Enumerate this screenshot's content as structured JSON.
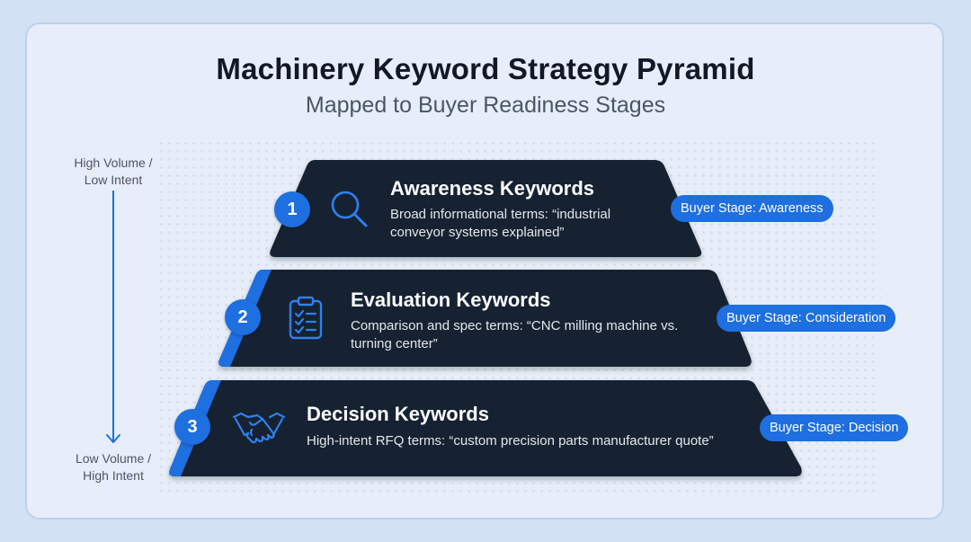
{
  "header": {
    "title": "Machinery Keyword Strategy Pyramid",
    "subtitle": "Mapped to Buyer Readiness Stages"
  },
  "axis": {
    "top_line1": "High Volume /",
    "top_line2": "Low Intent",
    "bottom_line1": "Low Volume /",
    "bottom_line2": "High Intent"
  },
  "tiers": [
    {
      "number": "1",
      "icon": "magnifier-icon",
      "title": "Awareness Keywords",
      "desc_line1": "Broad informational terms: “industrial",
      "desc_line2": "conveyor systems explained”",
      "stage": "Buyer Stage: Awareness"
    },
    {
      "number": "2",
      "icon": "clipboard-checklist-icon",
      "title": "Evaluation Keywords",
      "desc_line1": "Comparison and spec terms: “CNC milling machine vs.",
      "desc_line2": "turning center”",
      "stage": "Buyer Stage: Consideration"
    },
    {
      "number": "3",
      "icon": "handshake-icon",
      "title": "Decision Keywords",
      "desc_line1": "High-intent RFQ terms: “custom precision parts manufacturer quote”",
      "stage": "Buyer Stage: Decision"
    }
  ],
  "colors": {
    "tier_fill": "#182030",
    "accent": "#1e6fe0",
    "background": "#d3e1f4",
    "card": "#e7eef9"
  }
}
